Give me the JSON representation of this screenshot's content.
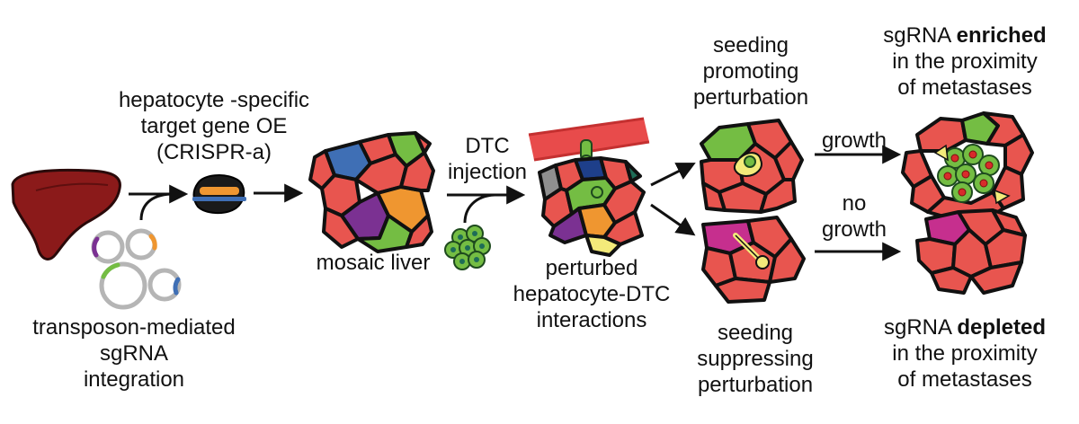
{
  "labels": {
    "transposon": [
      "transposon-mediated",
      "sgRNA",
      "integration"
    ],
    "hepatocyte": [
      "hepatocyte -specific",
      "target gene OE",
      "(CRISPR-a)"
    ],
    "mosaic": "mosaic liver",
    "dtc": [
      "DTC",
      "injection"
    ],
    "perturbed": [
      "perturbed",
      "hepatocyte-DTC",
      "interactions"
    ],
    "seeding_promoting": [
      "seeding",
      "promoting",
      "perturbation"
    ],
    "seeding_suppressing": [
      "seeding",
      "suppressing",
      "perturbation"
    ],
    "growth": "growth",
    "no_growth": [
      "no",
      "growth"
    ],
    "enriched": {
      "pre": "sgRNA ",
      "bold": "enriched",
      "line2": "in the proximity",
      "line3": "of metastases"
    },
    "depleted": {
      "pre": "sgRNA ",
      "bold": "depleted",
      "line2": "in the proximity",
      "line3": "of metastases"
    }
  },
  "icons": [
    "liver-icon",
    "plasmid-icon",
    "dcas9-activator-icon",
    "mosaic-liver-icon",
    "tumor-cell-cluster-icon",
    "blood-vessel-icon",
    "hepatocyte-cell-icon",
    "metastasis-icon"
  ],
  "colors": {
    "liver": "#8b1a1a",
    "hepatocyte_red": "#e8554f",
    "blue": "#3f6fb5",
    "green": "#74bd43",
    "purple": "#7b3192",
    "orange": "#ef9630",
    "magenta": "#c62f8e",
    "teal": "#1e6d57",
    "yellow": "#f3ea7a",
    "grey": "#8f8f8f",
    "vessel": "#e84b4b"
  }
}
